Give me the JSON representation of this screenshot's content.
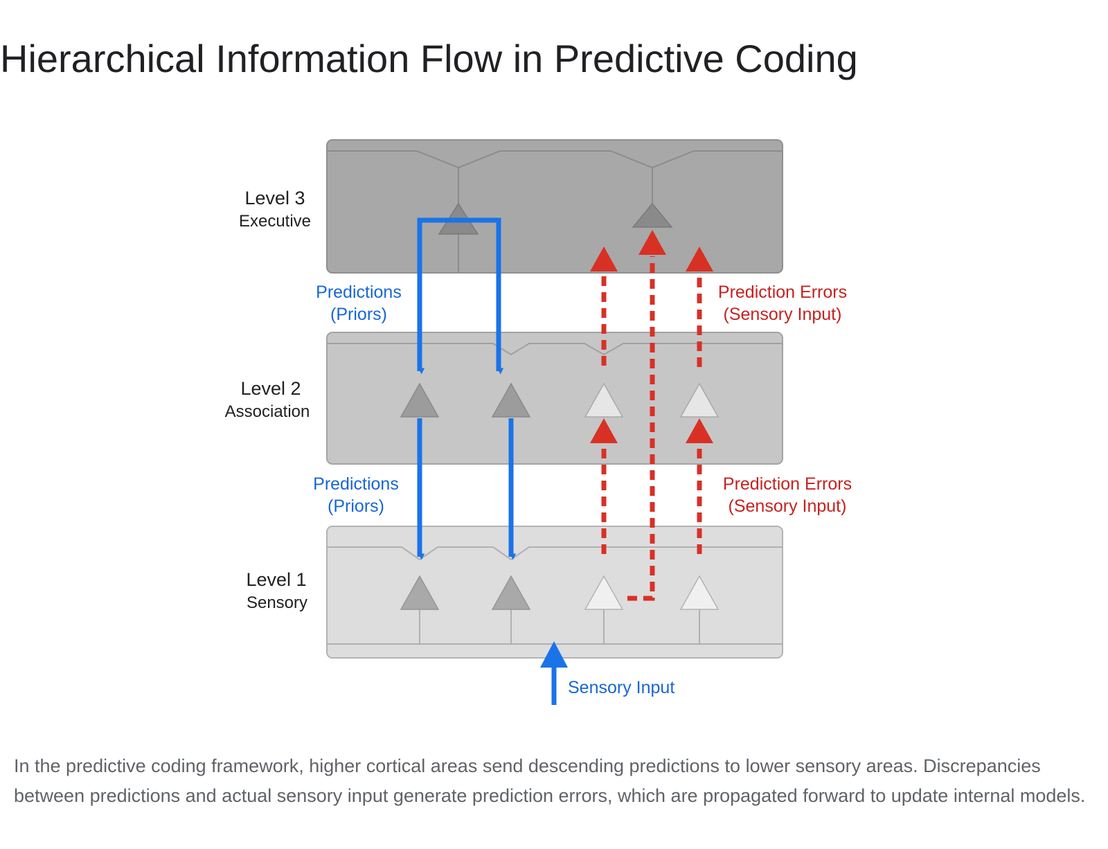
{
  "page": {
    "title": "Hierarchical Information Flow in Predictive Coding",
    "caption": "In the predictive coding framework, higher cortical areas send descending predictions to lower sensory areas. Discrepancies between predictions and actual sensory input generate prediction errors, which are propagated forward to update internal models."
  },
  "diagram": {
    "levels": [
      {
        "name": "Level 3",
        "role": "Executive"
      },
      {
        "name": "Level 2",
        "role": "Association"
      },
      {
        "name": "Level 1",
        "role": "Sensory"
      }
    ],
    "flows": {
      "upper_predictions": {
        "line1": "Predictions",
        "line2": "(Priors)"
      },
      "lower_predictions": {
        "line1": "Predictions",
        "line2": "(Priors)"
      },
      "upper_errors": {
        "line1": "Prediction Errors",
        "line2": "(Sensory Input)"
      },
      "lower_errors": {
        "line1": "Prediction Errors",
        "line2": "(Sensory Input)"
      },
      "sensory_input": "Sensory Input"
    },
    "colors": {
      "prediction_arrow": "#1a73e8",
      "error_arrow": "#d93025",
      "prediction_text": "#1967d2",
      "error_text": "#c5221f",
      "level3_fill": "#a8a8a8",
      "level2_fill": "#c6c6c6",
      "level1_fill": "#dddddd"
    }
  }
}
